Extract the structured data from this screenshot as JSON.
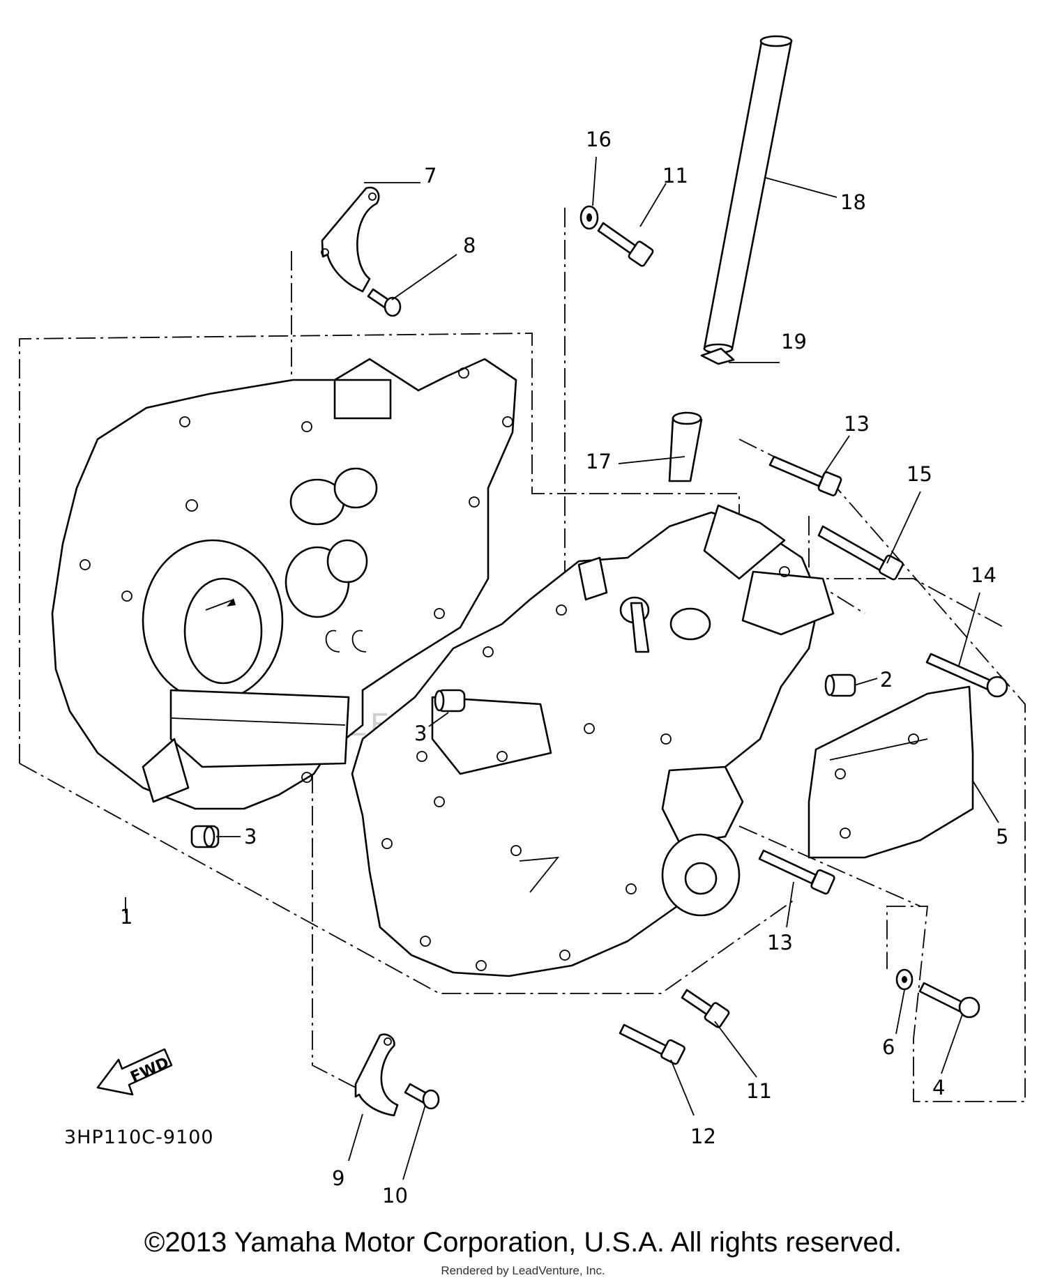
{
  "diagram": {
    "callouts": {
      "c1": "1",
      "c2": "2",
      "c3a": "3",
      "c3b": "3",
      "c4": "4",
      "c5": "5",
      "c6": "6",
      "c7": "7",
      "c8": "8",
      "c9": "9",
      "c10": "10",
      "c11a": "11",
      "c11b": "11",
      "c12": "12",
      "c13a": "13",
      "c13b": "13",
      "c14": "14",
      "c15": "15",
      "c16": "16",
      "c17": "17",
      "c18": "18",
      "c19": "19"
    },
    "fwd_label": "FWD",
    "diagram_code": "3HP110C-9100",
    "watermark": "LEADVENTURE"
  },
  "footer": {
    "copyright": "©2013 Yamaha Motor Corporation, U.S.A. All rights reserved.",
    "rendered_by": "Rendered by LeadVenture, Inc."
  }
}
